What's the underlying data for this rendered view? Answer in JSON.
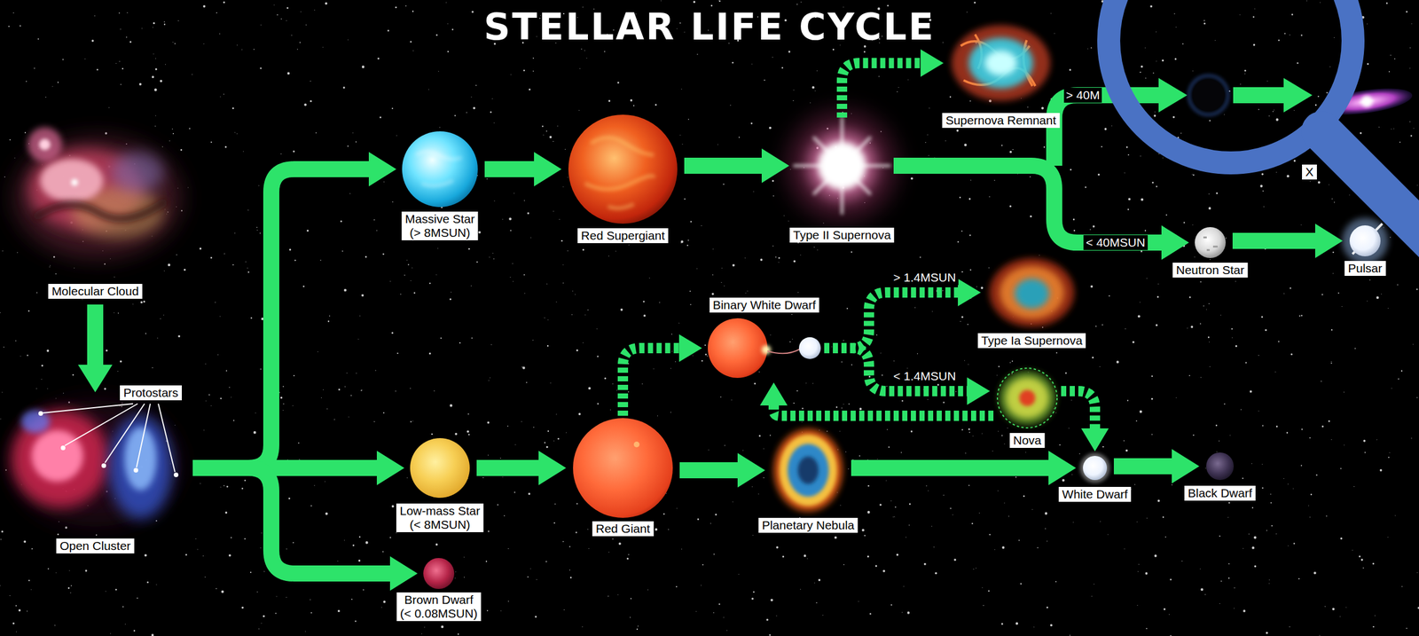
{
  "diagram": {
    "title": "STELLAR LIFE CYCLE",
    "nodes": [
      {
        "text": [
          "Molecular Cloud"
        ]
      },
      {
        "text": [
          "Open Cluster"
        ]
      },
      {
        "text": [
          "Massive Star",
          "(> 8MSUN)"
        ]
      },
      {
        "text": [
          "Low-mass Star",
          "(< 8MSUN)"
        ]
      },
      {
        "text": [
          "Brown Dwarf",
          "(< 0.08MSUN)"
        ]
      },
      {
        "text": [
          "Red Supergiant"
        ]
      },
      {
        "text": [
          "Red Giant"
        ]
      },
      {
        "text": [
          "Type II Supernova"
        ]
      },
      {
        "text": [
          "Supernova Remnant"
        ]
      },
      {
        "text": [
          "Binary White Dwarf"
        ]
      },
      {
        "text": [
          "Planetary Nebula"
        ]
      },
      {
        "text": [
          "Type Ia Supernova"
        ]
      },
      {
        "text": [
          "Nova"
        ]
      },
      {
        "text": [
          "White Dwarf"
        ]
      },
      {
        "text": [
          "Neutron Star"
        ]
      },
      {
        "text": [
          "Pulsar"
        ]
      },
      {
        "text": [
          "Black Dwarf"
        ]
      }
    ],
    "edges": [
      {
        "from": 0,
        "to": 1,
        "arrow": "to"
      },
      {
        "from": 1,
        "to": 2,
        "arrow": "to"
      },
      {
        "from": 1,
        "to": 3,
        "arrow": "to"
      },
      {
        "from": 1,
        "to": 4,
        "arrow": "to"
      },
      {
        "from": 2,
        "to": 5,
        "arrow": "to"
      },
      {
        "from": 5,
        "to": 7,
        "arrow": "to"
      },
      {
        "from": 7,
        "to": 8,
        "arrow": "to"
      },
      {
        "from": 7,
        "to": 14,
        "label": "< 40MSUN",
        "arrow": "to"
      },
      {
        "from": 14,
        "to": 15,
        "arrow": "to"
      },
      {
        "from": 3,
        "to": 6,
        "arrow": "to"
      },
      {
        "from": 6,
        "to": 10,
        "arrow": "to"
      },
      {
        "from": 10,
        "to": 13,
        "arrow": "to"
      },
      {
        "from": 13,
        "to": 16,
        "arrow": "to"
      },
      {
        "from": 6,
        "to": 9,
        "arrow": "to"
      },
      {
        "from": 9,
        "to": 11,
        "label": "> 1.4MSUN",
        "arrow": "to"
      },
      {
        "from": 9,
        "to": 12,
        "label": "< 1.4MSUN",
        "arrow": "to"
      },
      {
        "from": 12,
        "to": 9,
        "arrow": "to"
      },
      {
        "from": 12,
        "to": 13,
        "arrow": "to"
      }
    ],
    "labels": [
      "Protostars",
      "> 40M",
      "X"
    ]
  }
}
